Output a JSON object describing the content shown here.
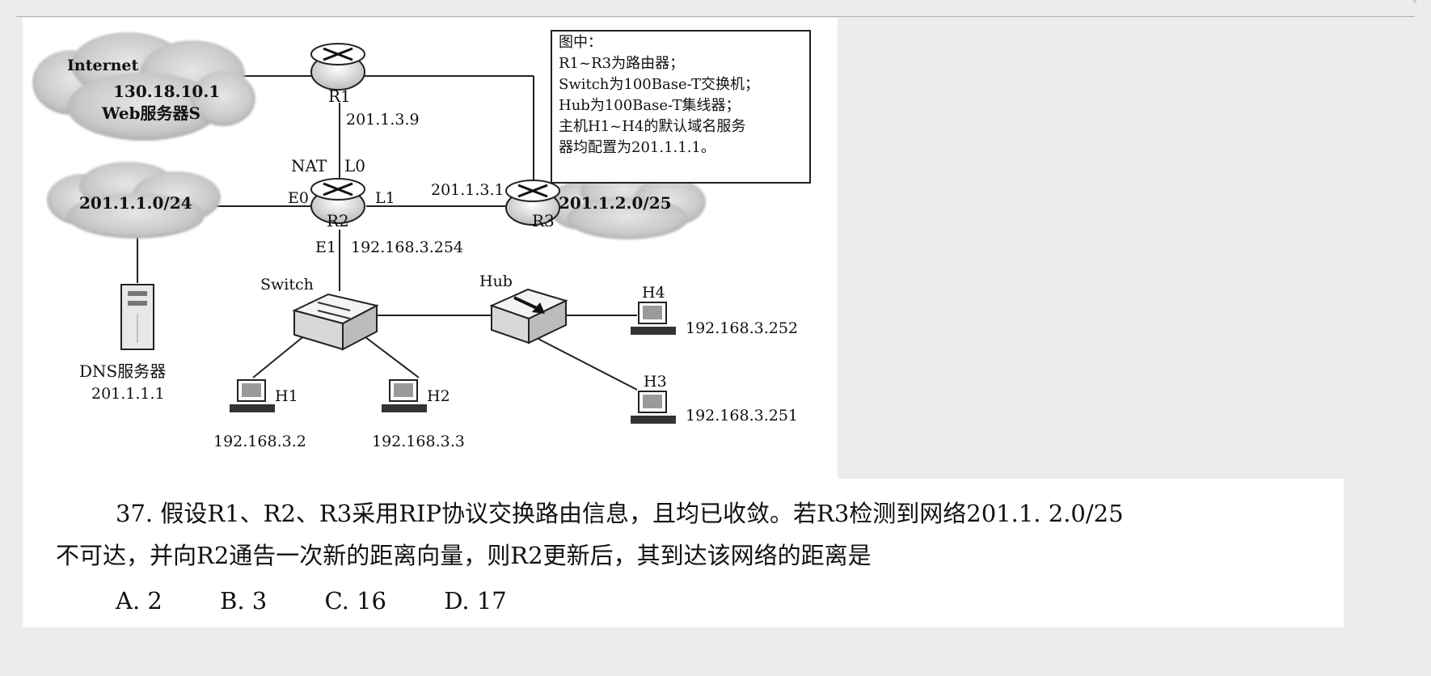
{
  "diagram": {
    "internet_cloud": {
      "name": "Internet",
      "ip": "130.18.10.1",
      "server": "Web服务器S"
    },
    "r1": {
      "label": "R1",
      "ip": "201.1.3.9"
    },
    "r2": {
      "label": "R2",
      "nat_label": "NAT",
      "l0_label": "L0",
      "e0_label": "E0",
      "l1_label": "L1",
      "e1_label": "E1",
      "e1_ip": "192.168.3.254"
    },
    "r3": {
      "label": "R3",
      "ip": "201.1.3.1"
    },
    "lan_cloud_left": {
      "label": "201.1.1.0/24"
    },
    "lan_cloud_right": {
      "label": "201.1.2.0/25"
    },
    "dns": {
      "label": "DNS服务器",
      "ip": "201.1.1.1"
    },
    "switch": {
      "label": "Switch"
    },
    "hub": {
      "label": "Hub"
    },
    "hosts": [
      {
        "label": "H1",
        "ip": "192.168.3.2"
      },
      {
        "label": "H2",
        "ip": "192.168.3.3"
      },
      {
        "label": "H3",
        "ip": "192.168.3.251"
      },
      {
        "label": "H4",
        "ip": "192.168.3.252"
      }
    ],
    "legend": [
      "图中：",
      "R1~R3为路由器；",
      "Switch为100Base-T交换机；",
      "Hub为100Base-T集线器；",
      "主机H1~H4的默认域名服务",
      "器均配置为201.1.1.1。"
    ]
  },
  "question": {
    "line1": "37. 假设R1、R2、R3采用RIP协议交换路由信息，且均已收敛。若R3检测到网络201.1. 2.0/25",
    "line2": "不可达，并向R2通告一次新的距离向量，则R2更新后，其到达该网络的距离是",
    "options": [
      "A. 2",
      "B. 3",
      "C. 16",
      "D. 17"
    ]
  }
}
